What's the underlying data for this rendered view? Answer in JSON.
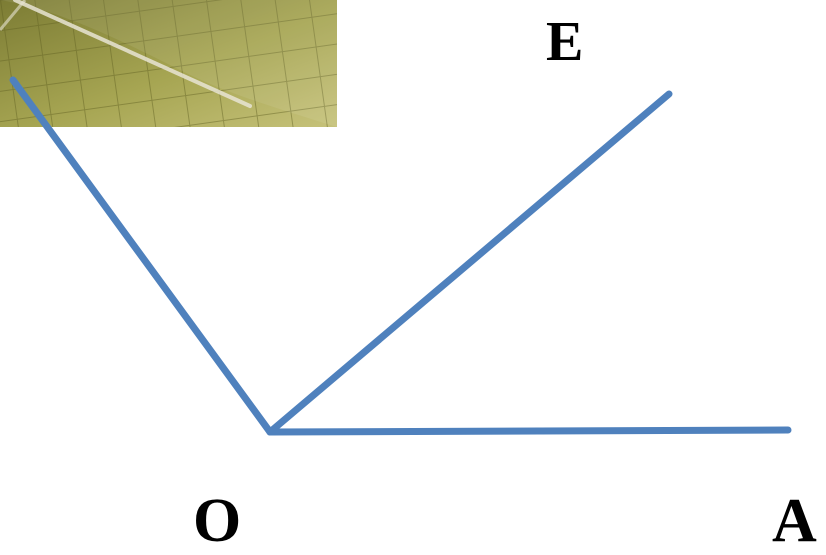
{
  "diagram": {
    "labels": {
      "E": "E",
      "O": "O",
      "A": "A"
    },
    "colors": {
      "ray": "#4f81bd",
      "background": "#ffffff",
      "label": "#000000",
      "decor_base": "#8c8a3e",
      "decor_light": "#b7b566",
      "decor_line": "#e8e4d4"
    },
    "decorative_image": "green-grid-texture"
  }
}
